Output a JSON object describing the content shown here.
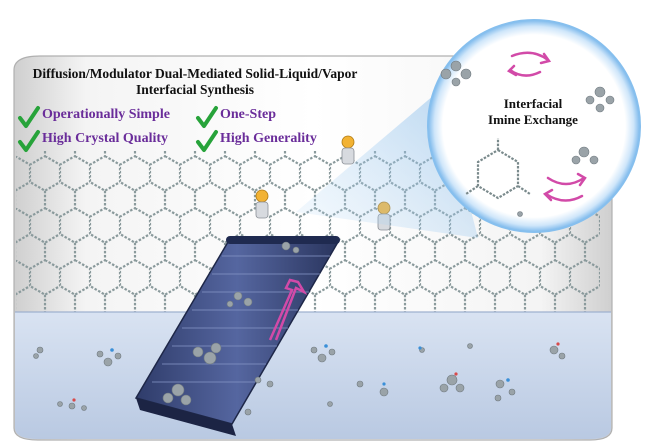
{
  "title": {
    "line1": "Diffusion/Modulator Dual-Mediated Solid-Liquid/Vapor",
    "line2": "Interfacial Synthesis"
  },
  "features": [
    {
      "label": "Operationally Simple",
      "icon": "check-icon"
    },
    {
      "label": "One-Step",
      "icon": "check-icon"
    },
    {
      "label": "High Crystal Quality",
      "icon": "check-icon"
    },
    {
      "label": "High Generality",
      "icon": "check-icon"
    }
  ],
  "zoom_inset": {
    "line1": "Interfacial",
    "line2": "Imine Exchange"
  },
  "colors": {
    "check": "#27a33a",
    "feature_text": "#6a2d9a",
    "liquid": "#c9d6ea",
    "conveyor": "#3a4a7a",
    "arrow": "#d24aa8",
    "zoom_glow": "#8ec5f0",
    "framework": "#7a8a8c"
  }
}
